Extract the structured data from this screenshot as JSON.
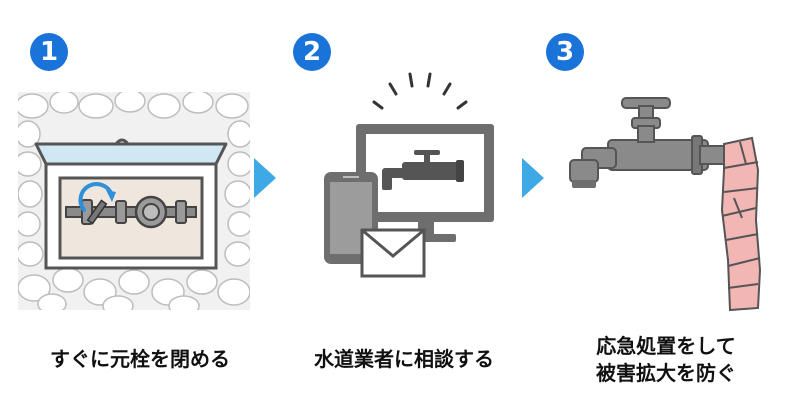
{
  "steps": [
    {
      "number": "1",
      "caption": "すぐに元栓を閉める"
    },
    {
      "number": "2",
      "caption": "水道業者に相談する"
    },
    {
      "number": "3",
      "caption_line1": "応急処置をして",
      "caption_line2": "被害拡大を防ぐ"
    }
  ],
  "colors": {
    "badge": "#1a73d9",
    "arrow": "#3fa9e6",
    "gray": "#808080",
    "dark_gray": "#555555",
    "towel_pink": "#f2b6b4",
    "ice_blue": "#cfe8f3",
    "valve_arrow": "#2f8fd8"
  },
  "icons": [
    "meter-box-icon",
    "rotate-arrow-icon",
    "monitor-faucet-icon",
    "smartphone-icon",
    "envelope-icon",
    "alert-rays-icon",
    "faucet-icon",
    "towel-wrap-icon",
    "chevron-right-icon"
  ]
}
